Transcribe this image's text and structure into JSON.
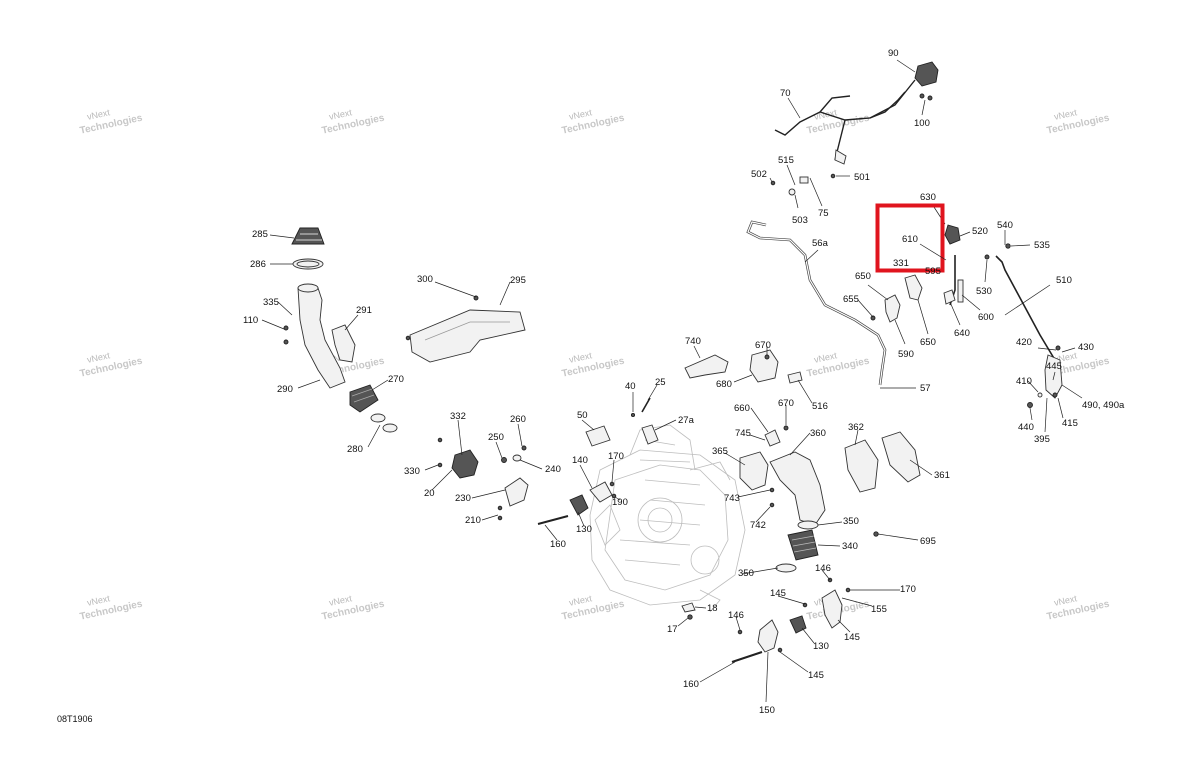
{
  "diagram_ref": "08T1906",
  "watermark": {
    "line1": "vNext",
    "line2": "Technologies",
    "combined": "vNext Technologies"
  },
  "highlight": {
    "color": "#e0141e",
    "label_a": "610",
    "label_b": "331"
  },
  "callouts": {
    "c90": "90",
    "c100": "100",
    "c70": "70",
    "c515": "515",
    "c501": "501",
    "c502": "502",
    "c503": "503",
    "c75": "75",
    "c630": "630",
    "c520": "520",
    "c540": "540",
    "c535": "535",
    "c530": "530",
    "c510": "510",
    "c595": "595",
    "c600": "600",
    "c640": "640",
    "c650a": "650",
    "c650b": "650",
    "c655": "655",
    "c590": "590",
    "c56a": "56a",
    "c57": "57",
    "c420": "420",
    "c430": "430",
    "c445": "445",
    "c410": "410",
    "c440": "440",
    "c395": "395",
    "c415": "415",
    "c490": "490, 490a",
    "c285": "285",
    "c286": "286",
    "c335": "335",
    "c110": "110",
    "c291": "291",
    "c290": "290",
    "c270": "270",
    "c280": "280",
    "c300": "300",
    "c295": "295",
    "c740": "740",
    "c670a": "670",
    "c680": "680",
    "c516": "516",
    "c40": "40",
    "c25": "25",
    "c27a": "27a",
    "c660": "660",
    "c670b": "670",
    "c745": "745",
    "c360": "360",
    "c362": "362",
    "c361": "361",
    "c365": "365",
    "c743": "743",
    "c742": "742",
    "c350a": "350",
    "c340": "340",
    "c350b": "350",
    "c695": "695",
    "c332": "332",
    "c260": "260",
    "c250": "250",
    "c240": "240",
    "c330": "330",
    "c20": "20",
    "c230": "230",
    "c210": "210",
    "c50": "50",
    "c140": "140",
    "c170a": "170",
    "c190": "190",
    "c130a": "130",
    "c160a": "160",
    "c146a": "146",
    "c170b": "170",
    "c145a": "145",
    "c155": "155",
    "c145b": "145",
    "c130b": "130",
    "c146b": "146",
    "c18": "18",
    "c17": "17",
    "c160b": "160",
    "c145c": "145",
    "c150": "150"
  }
}
